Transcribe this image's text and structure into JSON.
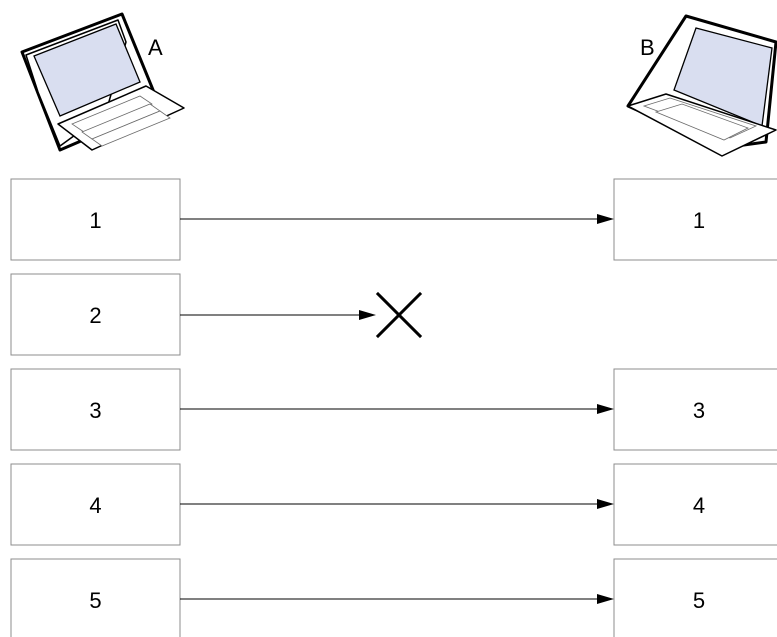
{
  "hosts": {
    "sender": {
      "label": "A",
      "icon": "laptop-icon"
    },
    "receiver": {
      "label": "B",
      "icon": "laptop-icon"
    }
  },
  "packets": [
    {
      "number": "1",
      "delivered": true
    },
    {
      "number": "2",
      "delivered": false
    },
    {
      "number": "3",
      "delivered": true
    },
    {
      "number": "4",
      "delivered": true
    },
    {
      "number": "5",
      "delivered": true
    }
  ],
  "lost_marker_icon": "x-cross-icon",
  "colors": {
    "line": "#000000",
    "box_border": "#8c8c8c",
    "screen": "#d9def0"
  }
}
